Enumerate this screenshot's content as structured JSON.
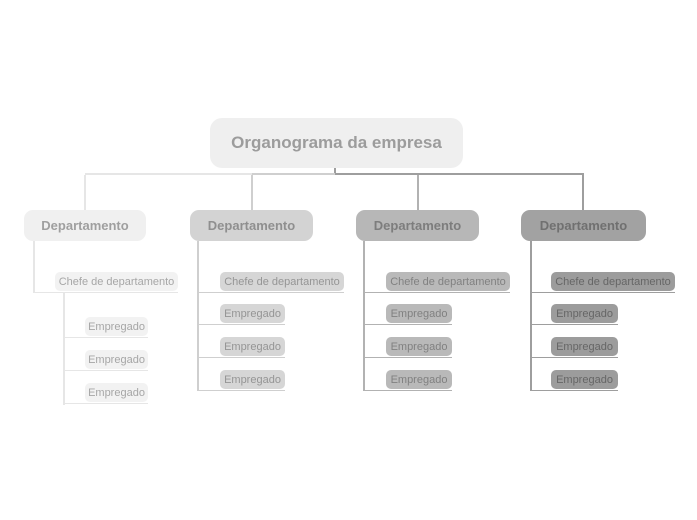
{
  "canvas": {
    "background": "#ffffff"
  },
  "root": {
    "label": "Organograma da empresa",
    "fill": "#efefef",
    "text_color": "#9c9c9c"
  },
  "departments": [
    {
      "label": "Departamento",
      "fill": "#f0f0f0",
      "label_color": "#9f9f9f",
      "child_fill": "#f2f2f2",
      "child_text_color": "#a6a6a6",
      "line_color": "#e6e6e6",
      "chief": {
        "label": "Chefe de departamento"
      },
      "employees": [
        "Empregado",
        "Empregado",
        "Empregado"
      ]
    },
    {
      "label": "Departamento",
      "fill": "#d3d3d3",
      "label_color": "#8f8f8f",
      "child_fill": "#d6d6d6",
      "child_text_color": "#959595",
      "line_color": "#cfcfcf",
      "chief": {
        "label": "Chefe de departamento"
      },
      "employees": [
        "Empregado",
        "Empregado",
        "Empregado"
      ]
    },
    {
      "label": "Departamento",
      "fill": "#b7b7b7",
      "label_color": "#7d7d7d",
      "child_fill": "#b9b9b9",
      "child_text_color": "#818181",
      "line_color": "#b2b2b2",
      "chief": {
        "label": "Chefe de departamento"
      },
      "employees": [
        "Empregado",
        "Empregado",
        "Empregado"
      ]
    },
    {
      "label": "Departamento",
      "fill": "#a2a2a2",
      "label_color": "#707070",
      "child_fill": "#9c9c9c",
      "child_text_color": "#666666",
      "line_color": "#9e9e9e",
      "chief": {
        "label": "Chefe de departamento"
      },
      "employees": [
        "Empregado",
        "Empregado",
        "Empregado"
      ]
    }
  ]
}
